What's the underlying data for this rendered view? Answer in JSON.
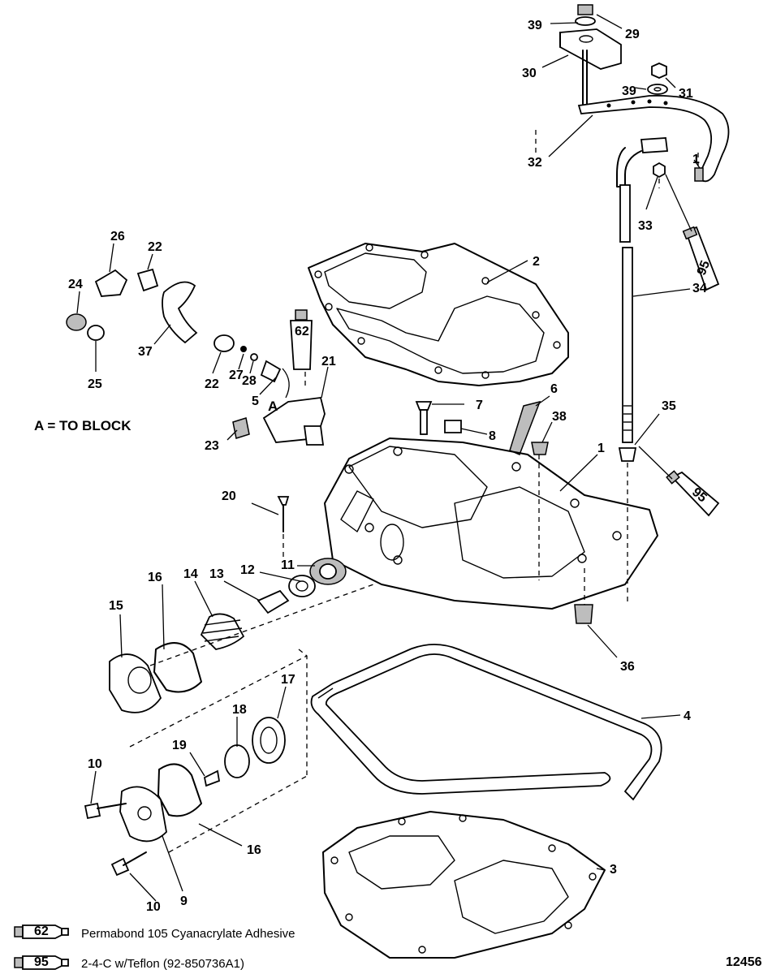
{
  "diagram": {
    "note_block": "A = TO BLOCK",
    "callout_a": "A",
    "figure_id": "12456",
    "legend": [
      {
        "code": "62",
        "text": "Permabond 105 Cyanacrylate Adhesive"
      },
      {
        "code": "95",
        "text": "2-4-C w/Teflon (92-850736A1)"
      }
    ],
    "tube_codes": {
      "tube_62": "62",
      "tube_95_top": "95",
      "tube_95_mid": "95"
    },
    "labels": {
      "l39a": "39",
      "l29": "29",
      "l30": "30",
      "l31": "31",
      "l39b": "39",
      "l32": "32",
      "l1a": "1",
      "l33": "33",
      "l2": "2",
      "l34": "34",
      "l26": "26",
      "l22a": "22",
      "l24": "24",
      "l37": "37",
      "l25": "25",
      "l21": "21",
      "l22b": "22",
      "l27": "27",
      "l28": "28",
      "l5": "5",
      "l7": "7",
      "l6": "6",
      "l38": "38",
      "l35": "35",
      "l8": "8",
      "l23": "23",
      "l1b": "1",
      "l20": "20",
      "l12": "12",
      "l11": "11",
      "l16a": "16",
      "l14": "14",
      "l13": "13",
      "l15": "15",
      "l36": "36",
      "l17": "17",
      "l4": "4",
      "l18": "18",
      "l19": "19",
      "l10a": "10",
      "l16b": "16",
      "l3": "3",
      "l10b": "10",
      "l9": "9"
    }
  }
}
